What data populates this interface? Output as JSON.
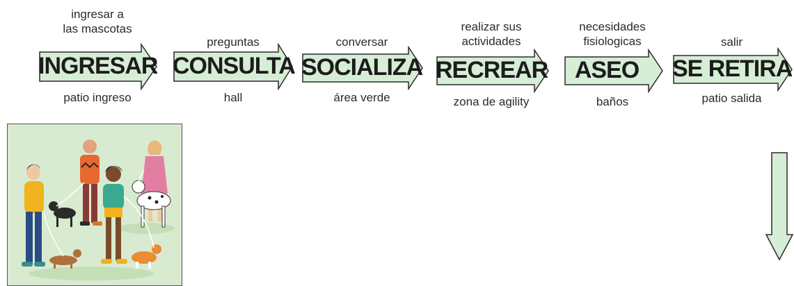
{
  "steps": [
    {
      "top": "ingresar a\nlas mascotas",
      "title": "INGRESAR",
      "bottom": "patio ingreso"
    },
    {
      "top": "preguntas",
      "title": "CONSULTA",
      "bottom": "hall"
    },
    {
      "top": "conversar",
      "title": "SOCIALIZA",
      "bottom": "área verde"
    },
    {
      "top": "realizar sus\nactividades",
      "title": "RECREAR",
      "bottom": "zona de agility"
    },
    {
      "top": "necesidades\nfisiologicas",
      "title": "ASEO",
      "bottom": "baños"
    },
    {
      "top": "salir",
      "title": "SE RETIRA",
      "bottom": "patio salida"
    }
  ],
  "colors": {
    "arrow_fill": "#d6edd6",
    "arrow_stroke": "#2a2a2a",
    "illustration_bg": "#d8ebd0"
  },
  "illustration": {
    "icon": "people-walking-dogs-icon"
  }
}
